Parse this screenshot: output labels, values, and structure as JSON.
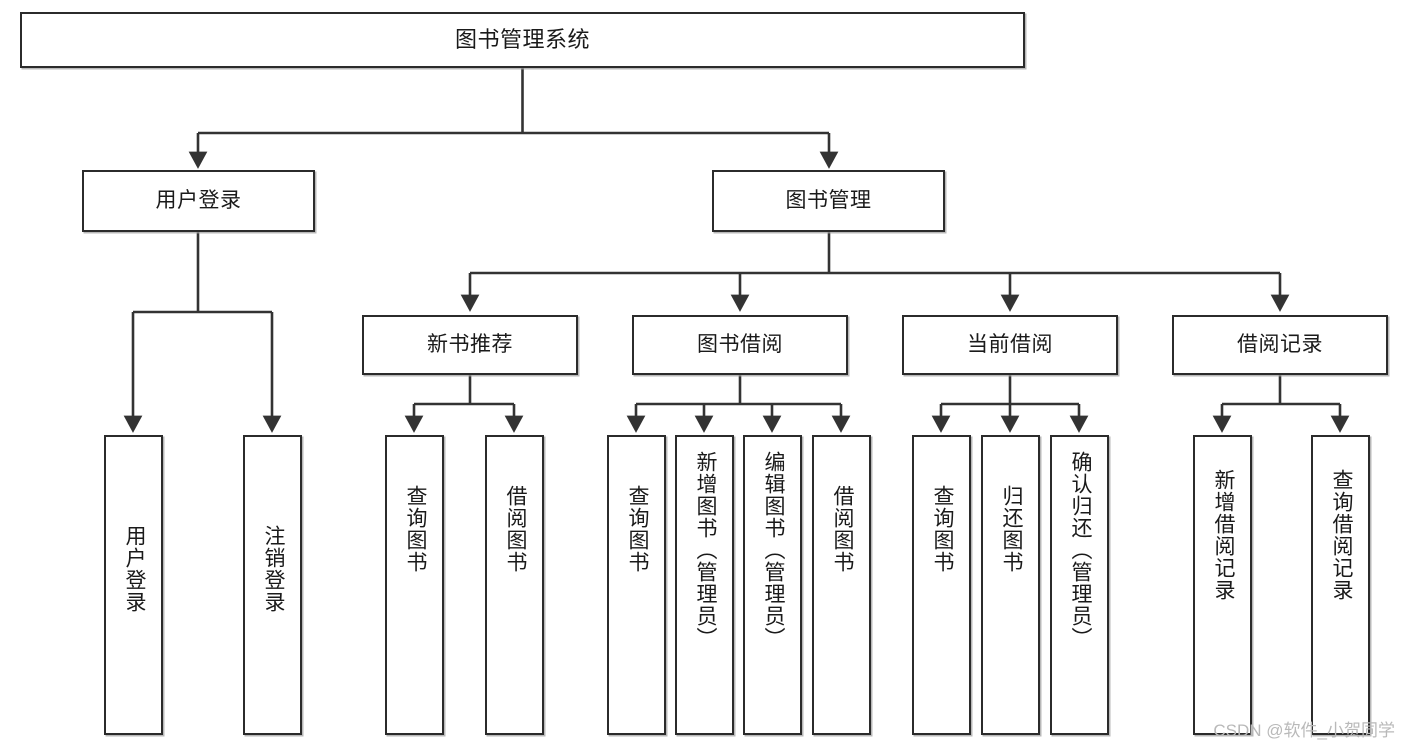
{
  "diagram": {
    "type": "hierarchy-tree",
    "title": "图书管理系统",
    "watermark": "CSDN @软件_小贺同学",
    "colors": {
      "box_border": "#2b2b2b",
      "box_fill": "#ffffff",
      "connector": "#333333",
      "text": "#1a1a1a",
      "watermark": "#b9b9b9",
      "background": "#ffffff"
    },
    "levels": {
      "root": {
        "label": "图书管理系统"
      },
      "level1": [
        {
          "id": "user-login",
          "label": "用户登录"
        },
        {
          "id": "book-management",
          "label": "图书管理"
        }
      ],
      "level2": [
        {
          "id": "new-book-recommend",
          "label": "新书推荐",
          "parent": "book-management"
        },
        {
          "id": "book-borrow",
          "label": "图书借阅",
          "parent": "book-management"
        },
        {
          "id": "current-borrow",
          "label": "当前借阅",
          "parent": "book-management"
        },
        {
          "id": "borrow-record",
          "label": "借阅记录",
          "parent": "book-management"
        }
      ],
      "leaves": {
        "user-login": [
          {
            "id": "leaf-user-login",
            "label": "用户登录"
          },
          {
            "id": "leaf-user-logout",
            "label": "注销登录"
          }
        ],
        "new-book-recommend": [
          {
            "id": "leaf-query-book-1",
            "label": "查询图书"
          },
          {
            "id": "leaf-borrow-book-1",
            "label": "借阅图书"
          }
        ],
        "book-borrow": [
          {
            "id": "leaf-query-book-2",
            "label": "查询图书"
          },
          {
            "id": "leaf-add-book",
            "label": "新增图书（管理员）"
          },
          {
            "id": "leaf-edit-book",
            "label": "编辑图书（管理员）"
          },
          {
            "id": "leaf-borrow-book-2",
            "label": "借阅图书"
          }
        ],
        "current-borrow": [
          {
            "id": "leaf-query-book-3",
            "label": "查询图书"
          },
          {
            "id": "leaf-return-book",
            "label": "归还图书"
          },
          {
            "id": "leaf-confirm-return",
            "label": "确认归还（管理员）"
          }
        ],
        "borrow-record": [
          {
            "id": "leaf-add-record",
            "label": "新增借阅记录"
          },
          {
            "id": "leaf-query-record",
            "label": "查询借阅记录"
          }
        ]
      }
    }
  }
}
